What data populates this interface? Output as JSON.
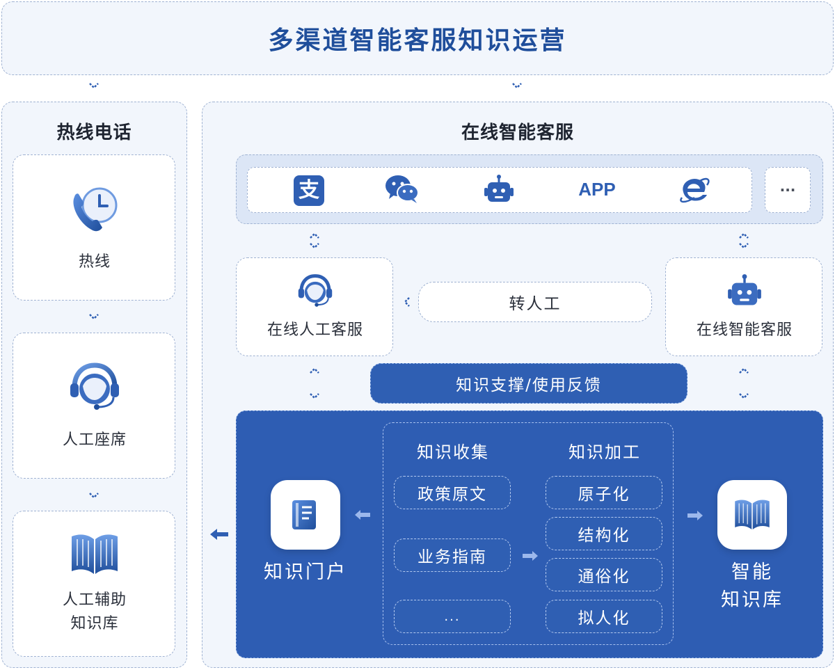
{
  "title": "多渠道智能客服知识运营",
  "hotline": {
    "title": "热线电话",
    "cards": [
      {
        "label": "热线",
        "icon": "phone-clock-icon"
      },
      {
        "label": "人工座席",
        "icon": "headset-agent-icon"
      },
      {
        "label": "人工辅助知识库",
        "line1": "人工辅助",
        "line2": "知识库",
        "icon": "open-book-icon"
      }
    ]
  },
  "online": {
    "title": "在线智能客服",
    "channels": [
      {
        "name": "alipay-icon",
        "glyph": "支"
      },
      {
        "name": "wechat-icon"
      },
      {
        "name": "robot-icon"
      },
      {
        "name": "app-icon",
        "text": "APP"
      },
      {
        "name": "ie-browser-icon"
      }
    ],
    "more": "···",
    "human_service": "在线人工客服",
    "transfer": "转人工",
    "smart_service": "在线智能客服",
    "support": "知识支撑/使用反馈"
  },
  "knowledge": {
    "portal": "知识门户",
    "library_line1": "智能",
    "library_line2": "知识库",
    "collect_title": "知识收集",
    "process_title": "知识加工",
    "collect_items": [
      "政策原文",
      "业务指南",
      "..."
    ],
    "process_items": [
      "原子化",
      "结构化",
      "通俗化",
      "拟人化"
    ]
  },
  "colors": {
    "accent": "#2f5fb3",
    "title": "#1f4e9b",
    "panel": "#f2f6fc"
  }
}
